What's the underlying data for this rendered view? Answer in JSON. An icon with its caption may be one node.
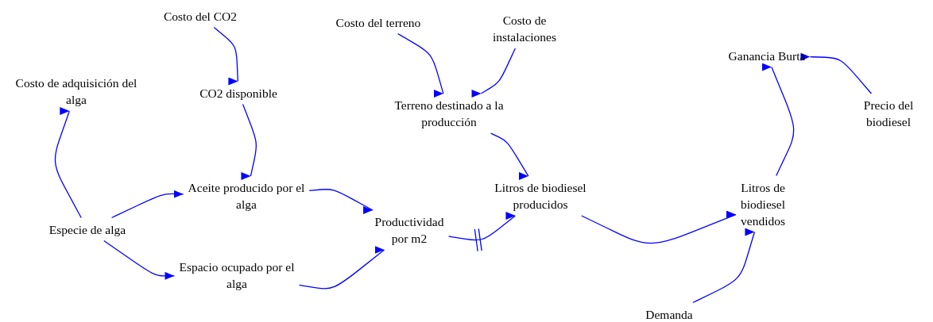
{
  "diagram": {
    "nodes": [
      {
        "text": [
          "Costo del CO2"
        ]
      },
      {
        "text": [
          "Costo de adquisición del alga"
        ]
      },
      {
        "text": [
          "CO2 disponible"
        ]
      },
      {
        "text": [
          "Costo del terreno"
        ]
      },
      {
        "text": [
          "Costo de instalaciones"
        ]
      },
      {
        "text": [
          "Terreno destinado a la producción"
        ]
      },
      {
        "text": [
          "Ganancia Burta"
        ]
      },
      {
        "text": [
          "Precio del biodiesel"
        ]
      },
      {
        "text": [
          "Aceite producido por el alga"
        ]
      },
      {
        "text": [
          "Especie de alga"
        ]
      },
      {
        "text": [
          "Productividad por m2"
        ]
      },
      {
        "text": [
          "Litros de biodiesel producidos"
        ]
      },
      {
        "text": [
          "Litros de biodiesel vendidos"
        ]
      },
      {
        "text": [
          "Espacio ocupado por el alga"
        ]
      },
      {
        "text": [
          "Demanda"
        ]
      }
    ],
    "edges": [
      {
        "from": 0,
        "to": 2,
        "arrow": "to"
      },
      {
        "from": 2,
        "to": 8,
        "arrow": "to"
      },
      {
        "from": 3,
        "to": 5,
        "arrow": "to"
      },
      {
        "from": 4,
        "to": 5,
        "arrow": "to"
      },
      {
        "from": 5,
        "to": 11,
        "arrow": "to"
      },
      {
        "from": 7,
        "to": 6,
        "arrow": "to"
      },
      {
        "from": 9,
        "to": 1,
        "arrow": "to"
      },
      {
        "from": 9,
        "to": 8,
        "arrow": "to"
      },
      {
        "from": 9,
        "to": 13,
        "arrow": "to"
      },
      {
        "from": 8,
        "to": 10,
        "arrow": "to"
      },
      {
        "from": 13,
        "to": 10,
        "arrow": "to"
      },
      {
        "from": 10,
        "to": 11,
        "arrow": "to"
      },
      {
        "from": 11,
        "to": 12,
        "arrow": "to"
      },
      {
        "from": 12,
        "to": 6,
        "arrow": "to"
      },
      {
        "from": 14,
        "to": 12,
        "arrow": "to"
      }
    ]
  }
}
